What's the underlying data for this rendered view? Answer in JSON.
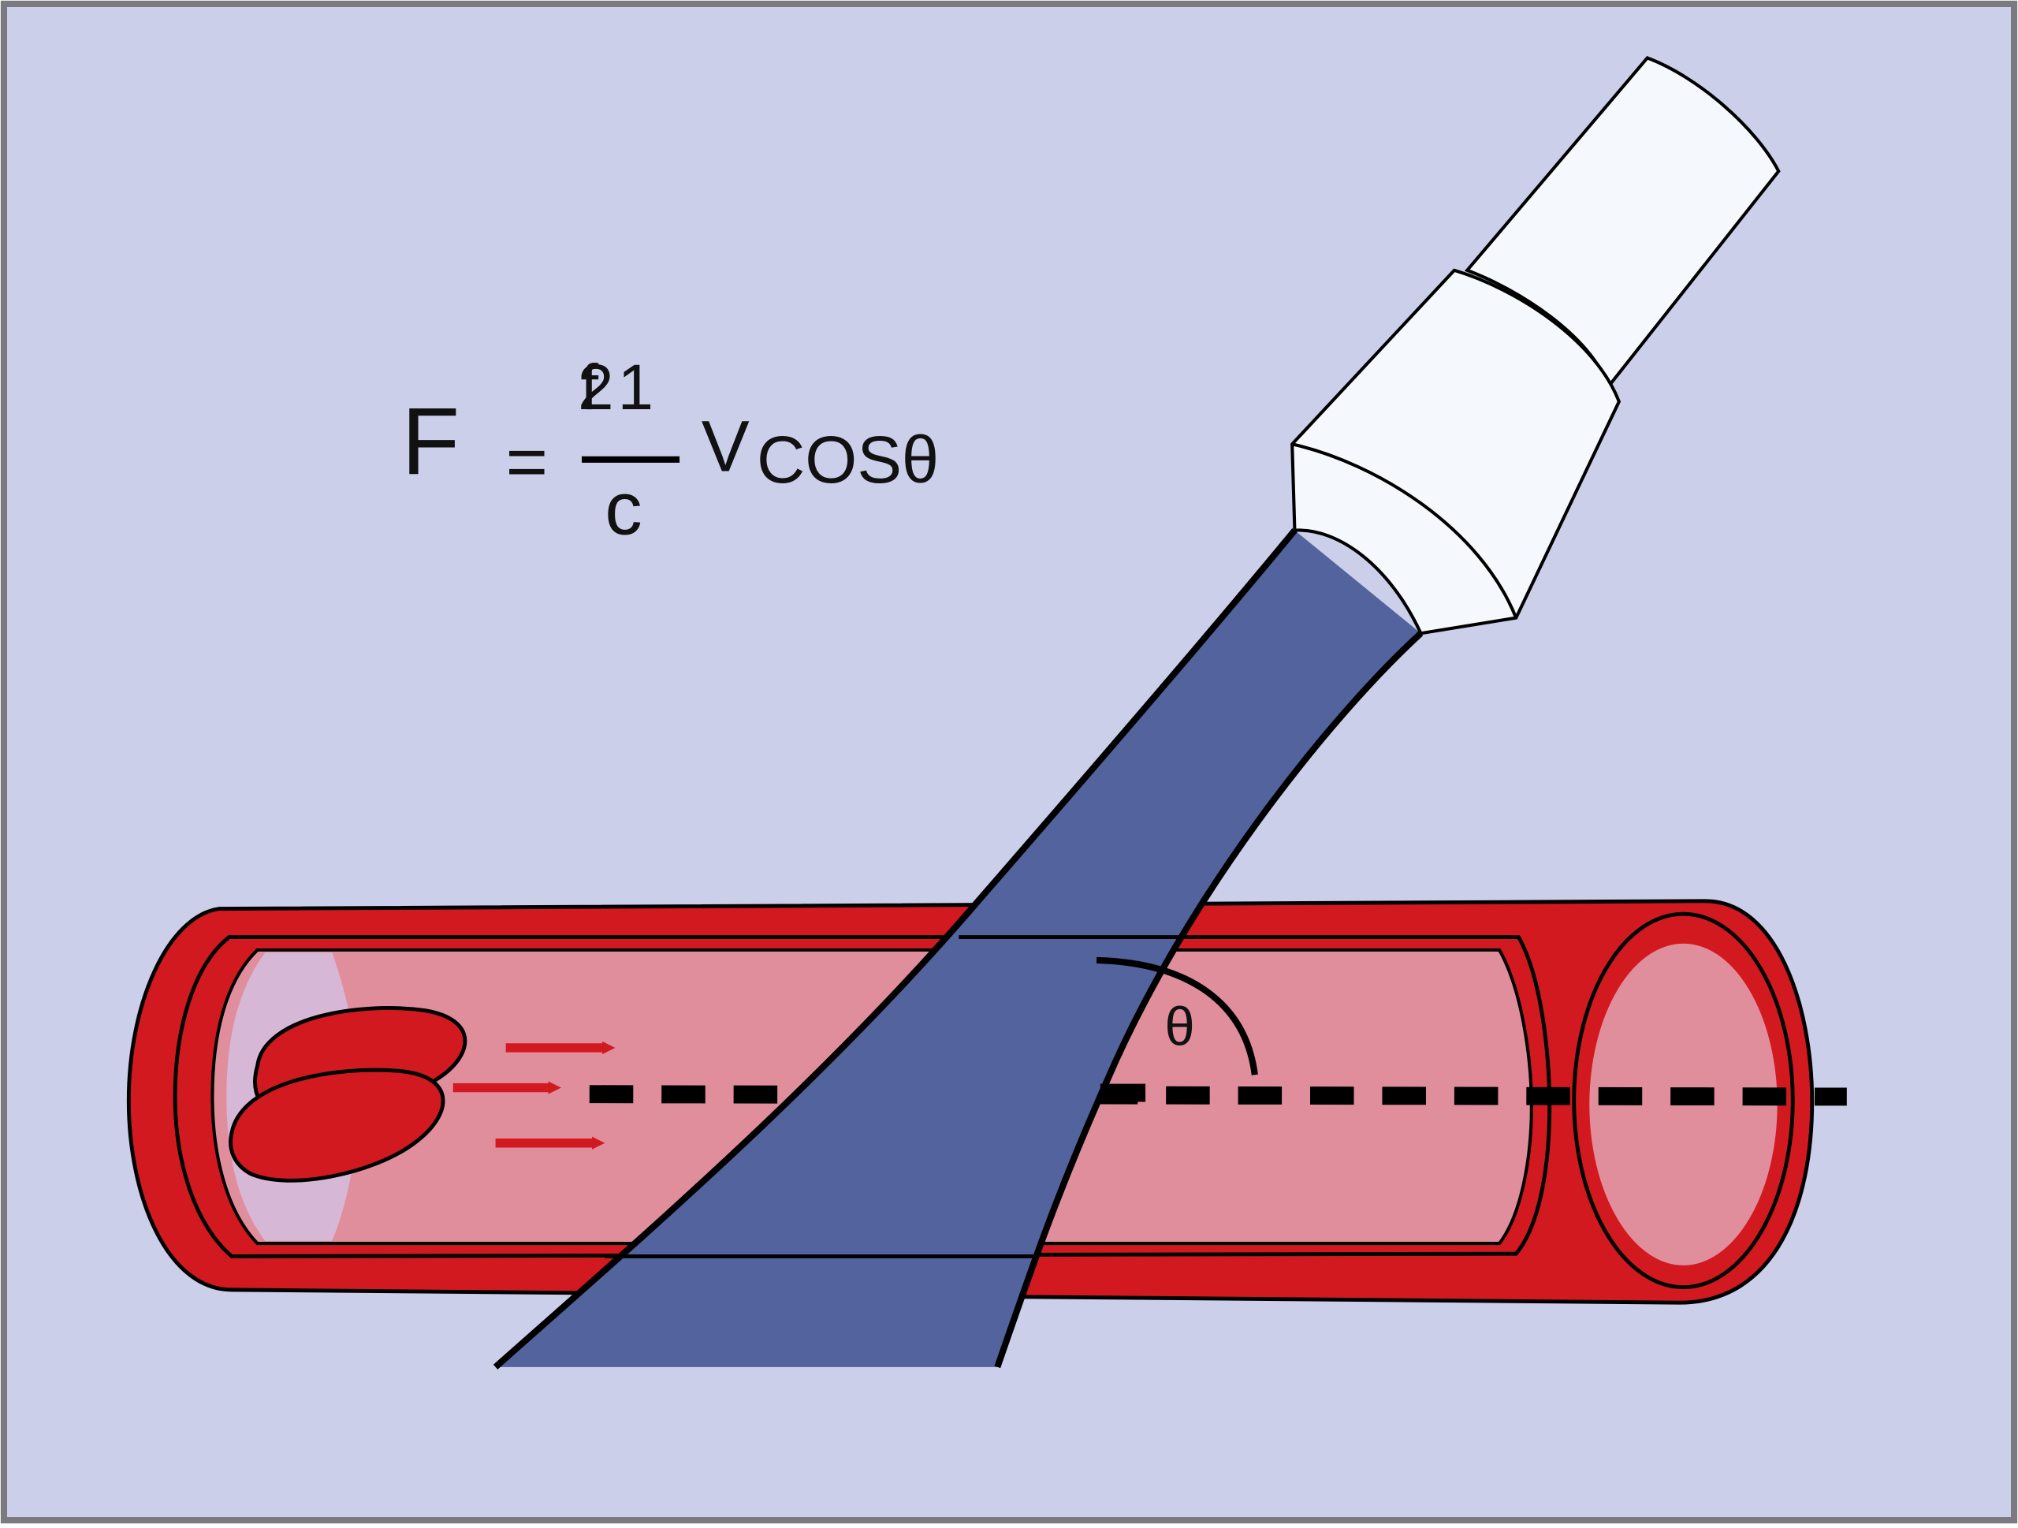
{
  "diagram": {
    "title": "Doppler ultrasound equation diagram",
    "colors": {
      "background": "#cbcfe9",
      "frame": "#7a7a80",
      "vessel_wall": "#d2191f",
      "vessel_lumen": "#e08e9c",
      "vessel_inner_edge": "#d7b7d6",
      "beam": "#53639e",
      "probe": "#f5f8fc",
      "flow_arrows": "#d2191f",
      "axis_line": "#000000"
    },
    "equation": {
      "lhs": "F",
      "equals": "=",
      "numerator_glyph_a": "2",
      "numerator_glyph_b": "f",
      "numerator_glyph_c": "1",
      "denominator": "c",
      "velocity": "V",
      "cos_term": "COSθ"
    },
    "angle_label": "θ",
    "icons": {
      "probe": "ultrasound-transducer-icon",
      "beam": "ultrasound-beam-icon",
      "vessel": "blood-vessel-icon",
      "cells": "red-blood-cell-icon",
      "arrows": "flow-arrow-icon"
    }
  }
}
